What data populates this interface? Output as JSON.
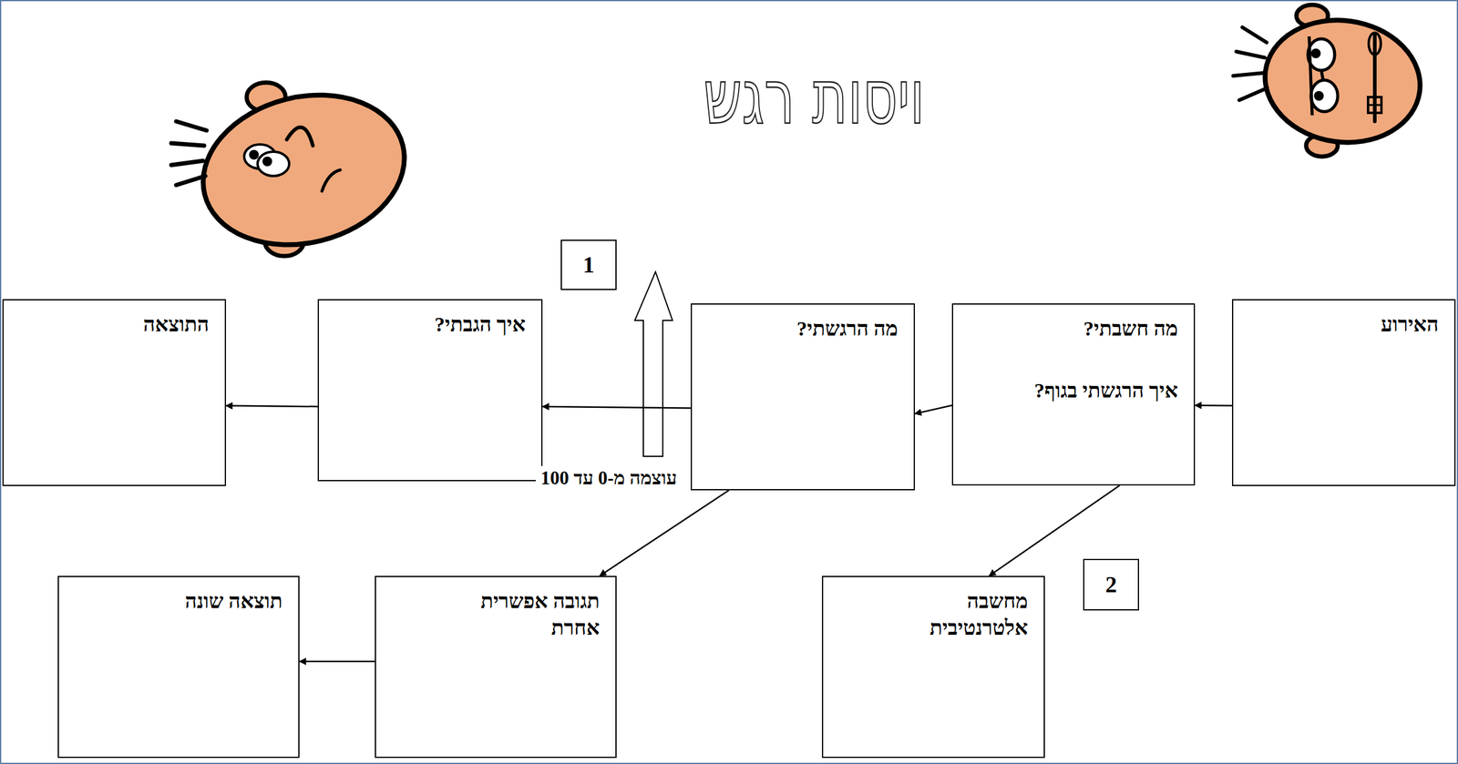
{
  "diagram": {
    "title": "ויסות רגש",
    "nodes": [
      {
        "text": [
          "האירוע"
        ]
      },
      {
        "text": [
          "מה חשבתי?",
          "איך הרגשתי בגוף?"
        ]
      },
      {
        "text": [
          "מה הרגשתי?"
        ]
      },
      {
        "text": [
          "איך הגבתי?"
        ]
      },
      {
        "text": [
          "התוצאה"
        ]
      },
      {
        "text": [
          "מחשבה אלטרנטיבית"
        ]
      },
      {
        "text": [
          "תגובה אפשרית אחרת"
        ]
      },
      {
        "text": [
          "תוצאה שונה"
        ]
      }
    ],
    "edges": [
      {
        "from": 0,
        "to": 1,
        "arrow": "to"
      },
      {
        "from": 1,
        "to": 2,
        "arrow": "to"
      },
      {
        "from": 2,
        "to": 3,
        "arrow": "to"
      },
      {
        "from": 3,
        "to": 4,
        "arrow": "to"
      },
      {
        "from": 1,
        "to": 5,
        "arrow": "to"
      },
      {
        "from": 2,
        "to": 6,
        "arrow": "to"
      },
      {
        "from": 6,
        "to": 7,
        "arrow": "to"
      }
    ],
    "labels": [
      "1",
      "2",
      "עוצמה מ-0 עד 100"
    ]
  }
}
